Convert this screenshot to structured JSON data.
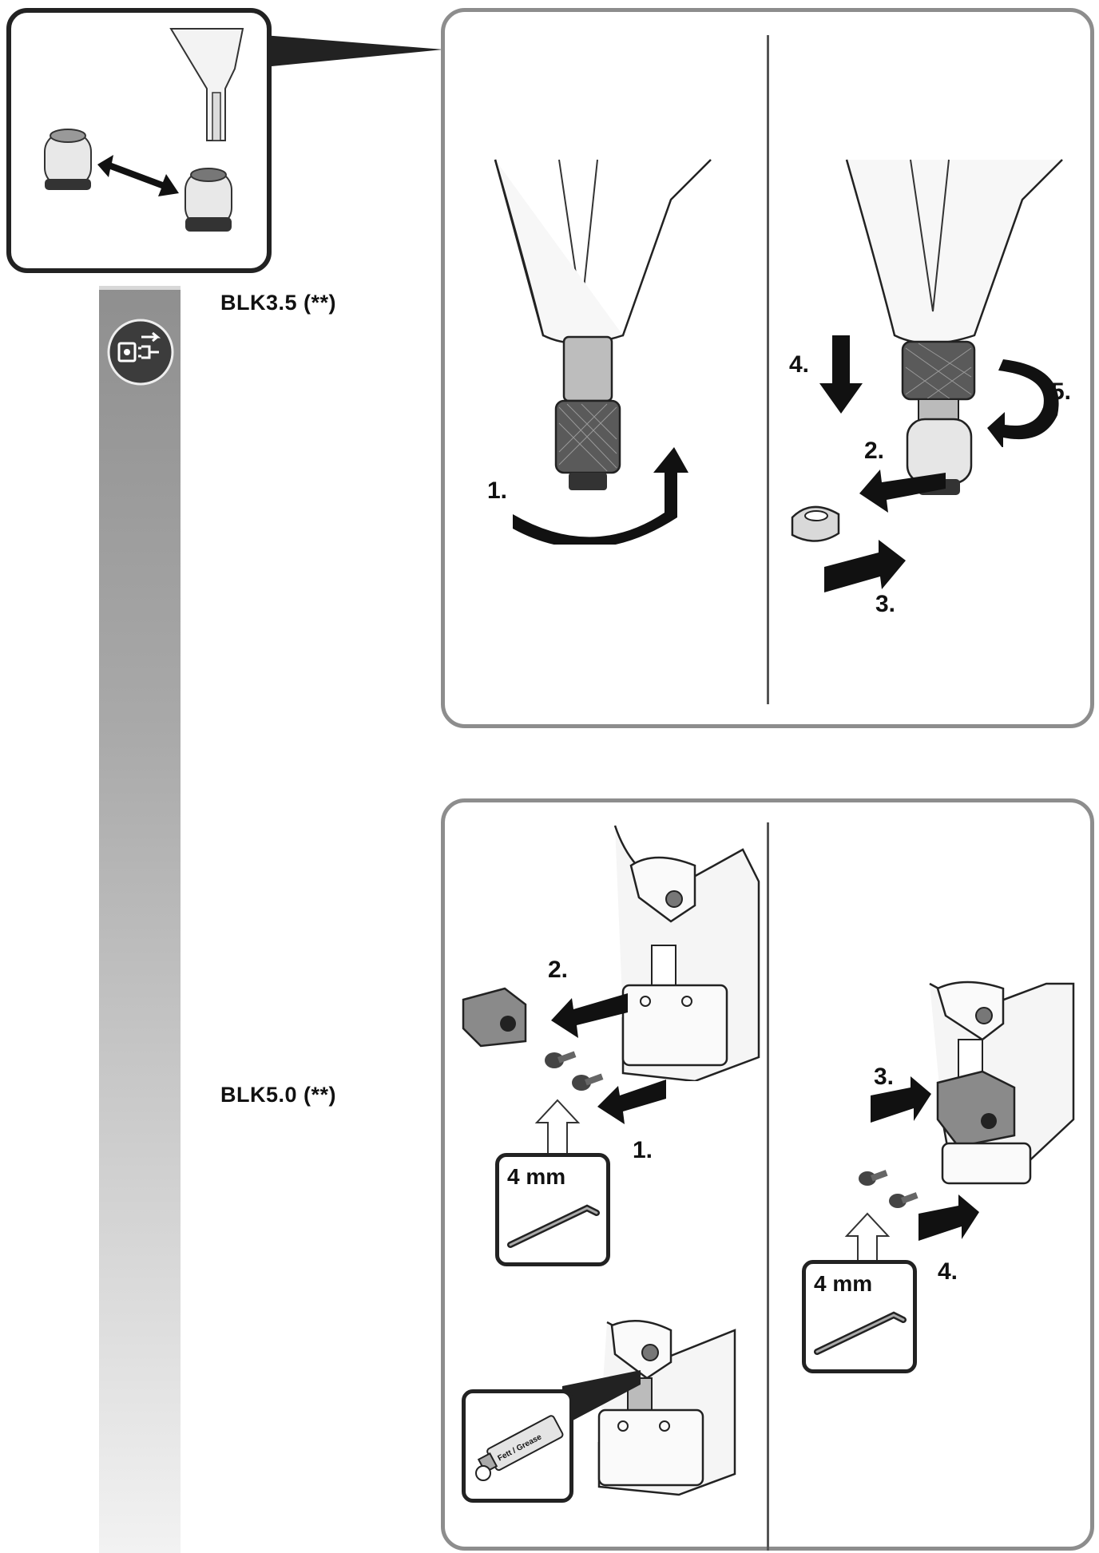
{
  "models": {
    "blk35": "BLK3.5 (**)",
    "blk50": "BLK5.0 (**)"
  },
  "steps_top": {
    "s1": "1.",
    "s2": "2.",
    "s3": "3.",
    "s4": "4.",
    "s5": "5."
  },
  "steps_bottom": {
    "s1": "1.",
    "s2": "2.",
    "s3": "3.",
    "s4": "4."
  },
  "tools": {
    "hex_key_left": "4 mm",
    "hex_key_right": "4 mm",
    "grease_tube": "Fett / Grease"
  },
  "icons": {
    "unplug": "unplug-power-icon",
    "swap": "swap-arrow-icon"
  }
}
